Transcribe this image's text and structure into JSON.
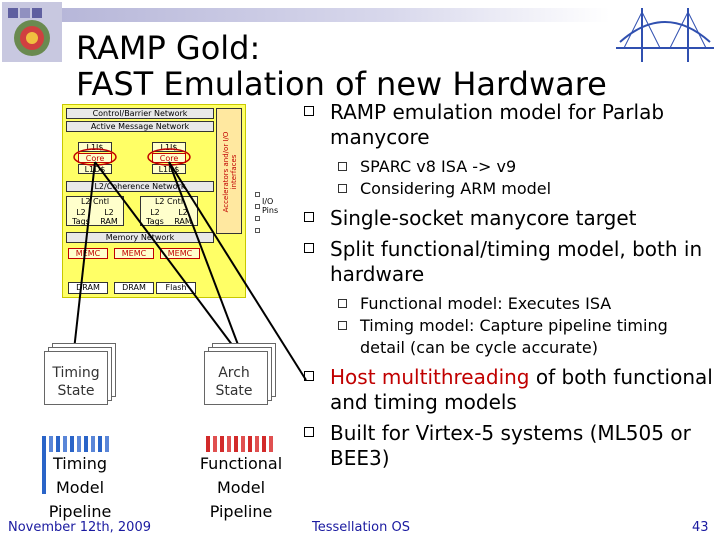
{
  "slide": {
    "title_line1": "RAMP Gold:",
    "title_line2": "FAST Emulation of new Hardware"
  },
  "diagram": {
    "control_network": "Control/Barrier Network",
    "active_message_network": "Active Message Network",
    "l1i_1": "L1I$",
    "core_1": "Core",
    "l1d_1": "L1D$",
    "l1i_2": "L1I$",
    "core_2": "Core",
    "l1d_2": "L1D$",
    "coherence_network": "L2/Coherence Network",
    "l2_cntl_1": "L2 Cntl",
    "l2_tags_1": "L2 Tags",
    "l2_ram_1": "L2 RAM",
    "l2_cntl_2": "L2 Cntl",
    "l2_tags_2": "L2 Tags",
    "l2_ram_2": "L2 RAM",
    "memory_network": "Memory Network",
    "memc_1": "MEMC",
    "memc_2": "MEMC",
    "memc_3": "MEMC",
    "dram_1": "DRAM",
    "dram_2": "DRAM",
    "flash": "Flash",
    "accelerators": "Accelerators and/or I/O interfaces",
    "io_pins": "I/O Pins",
    "timing_state": "Timing State",
    "arch_state": "Arch State",
    "timing_model_pipeline": "Timing Model Pipeline",
    "functional_model_pipeline": "Functional Model Pipeline"
  },
  "bullets": [
    {
      "text": "RAMP emulation model for Parlab manycore",
      "subs": [
        "SPARC v8 ISA -> v9",
        "Considering ARM model"
      ]
    },
    {
      "text": "Single-socket manycore target",
      "subs": []
    },
    {
      "text": "Split functional/timing model, both in hardware",
      "subs": [
        "Functional model: Executes ISA",
        "Timing model: Capture pipeline timing detail (can be cycle accurate)"
      ]
    },
    {
      "highlight": "Host multithreading",
      "text_rest": " of both functional and timing models",
      "subs": []
    },
    {
      "text": "Built for Virtex-5 systems (ML505 or BEE3)",
      "subs": []
    }
  ],
  "footer": {
    "date": "November 12th, 2009",
    "center": "Tessellation OS",
    "page": "43"
  },
  "colors": {
    "title_bar": "#b7b7d9",
    "diagram_bg": "#ffff66",
    "highlight": "#c00000",
    "footer_text": "#1a1aa0",
    "timing_pipeline": "#2a64c8",
    "functional_pipeline": "#d22a2a"
  }
}
